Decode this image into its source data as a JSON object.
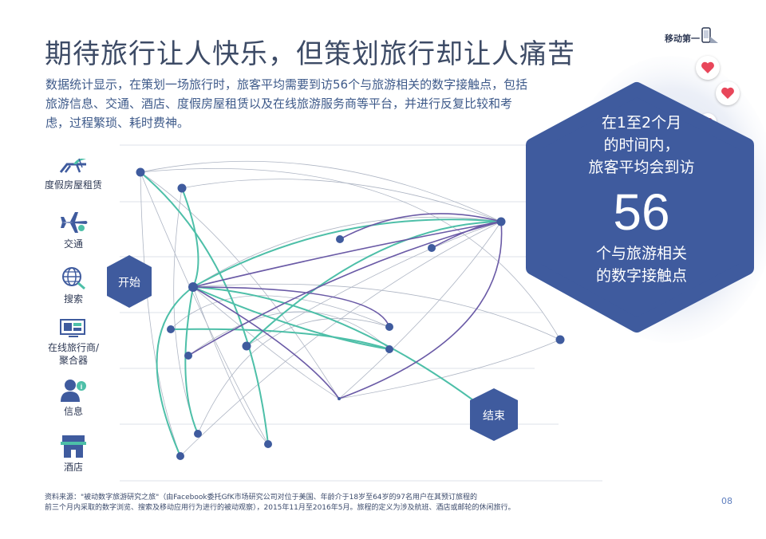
{
  "title": "期待旅行让人快乐，但策划旅行却让人痛苦",
  "intro": "数据统计显示，在策划一场旅行时，旅客平均需要到访56个与旅游相关的数字接触点，包括旅游信息、交通、酒店、度假房屋租赁以及在线旅游服务商等平台，并进行反复比较和考虑，过程繁琐、耗时费神。",
  "brand": "移动第一",
  "categories": [
    {
      "label": "度假房屋租赁",
      "icon": "beach-chair-icon"
    },
    {
      "label": "交通",
      "icon": "airplane-icon"
    },
    {
      "label": "搜索",
      "icon": "globe-search-icon"
    },
    {
      "label": "在线旅行商/\n聚合器",
      "icon": "monitor-icon"
    },
    {
      "label": "信息",
      "icon": "person-info-icon"
    },
    {
      "label": "酒店",
      "icon": "hotel-icon"
    }
  ],
  "start_label": "开始",
  "end_label": "结束",
  "stat": {
    "line1": "在1至2个月",
    "line2": "的时间内，",
    "line3": "旅客平均会到访",
    "number": "56",
    "line4": "个与旅游相关",
    "line5": "的数字接触点"
  },
  "source_line1": "资料来源：\"被动数字旅游研究之旅\"（由Facebook委托GfK市场研究公司对位于美国、年龄介于18岁至64岁的97名用户在其预订旅程的",
  "source_line2": "前三个月内采取的数字浏览、搜索及移动应用行为进行的被动观察），2015年11月至2016年5月。旅程的定义为涉及航班、酒店或邮轮的休闲旅行。",
  "page_number": "08",
  "colors": {
    "dark_blue": "#3f5b9e",
    "teal": "#4dbfa8",
    "purple": "#6a5aa6",
    "heart_red": "#e8465a"
  }
}
